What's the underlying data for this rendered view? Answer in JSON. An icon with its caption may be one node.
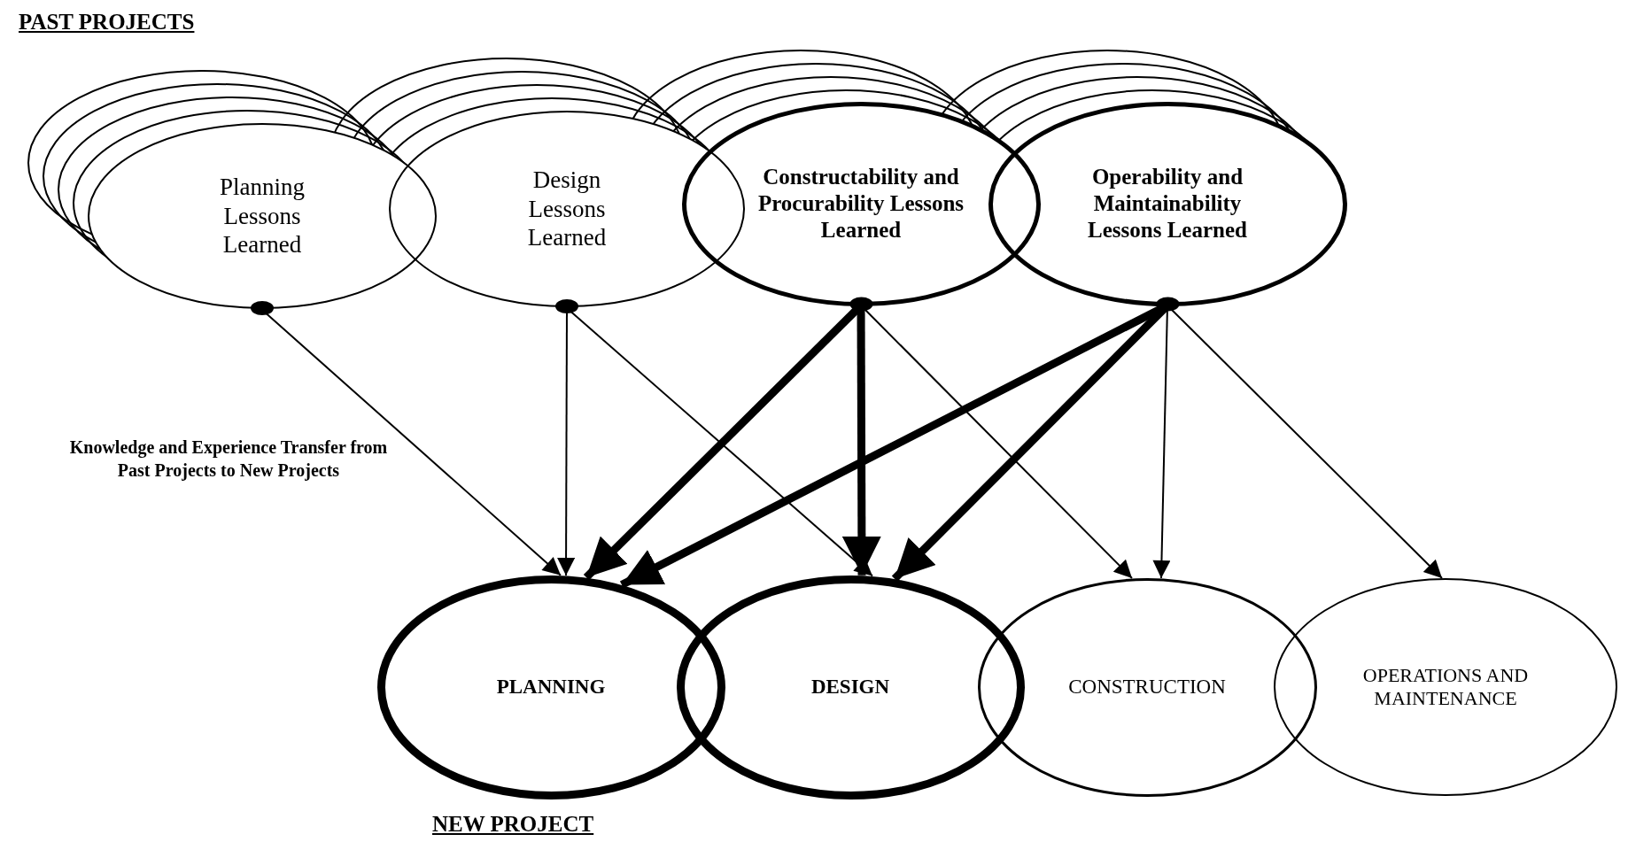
{
  "diagram": {
    "nodes": [
      {
        "text": [
          "Planning Lessons Learned"
        ]
      },
      {
        "text": [
          "Design Lessons Learned"
        ]
      },
      {
        "text": [
          "Constructability and Procurability Lessons Learned"
        ]
      },
      {
        "text": [
          "Operability and Maintainability Lessons Learned"
        ]
      },
      {
        "text": [
          "PLANNING"
        ]
      },
      {
        "text": [
          "DESIGN"
        ]
      },
      {
        "text": [
          "CONSTRUCTION"
        ]
      },
      {
        "text": [
          "OPERATIONS AND MAINTENANCE"
        ]
      }
    ],
    "edges": [
      {
        "from": 0,
        "to": 4,
        "arrow": "to"
      },
      {
        "from": 1,
        "to": 4,
        "arrow": "to"
      },
      {
        "from": 1,
        "to": 5,
        "arrow": "to"
      },
      {
        "from": 2,
        "to": 4,
        "arrow": "to",
        "style": "thick"
      },
      {
        "from": 2,
        "to": 5,
        "arrow": "to",
        "style": "thick"
      },
      {
        "from": 2,
        "to": 6,
        "arrow": "to"
      },
      {
        "from": 3,
        "to": 4,
        "arrow": "to",
        "style": "thick"
      },
      {
        "from": 3,
        "to": 5,
        "arrow": "to",
        "style": "thick"
      },
      {
        "from": 3,
        "to": 6,
        "arrow": "to"
      },
      {
        "from": 3,
        "to": 7,
        "arrow": "to"
      }
    ],
    "labels": [
      "PAST PROJECTS",
      "Knowledge and Experience Transfer from Past Projects to New Projects",
      "NEW PROJECT"
    ]
  }
}
